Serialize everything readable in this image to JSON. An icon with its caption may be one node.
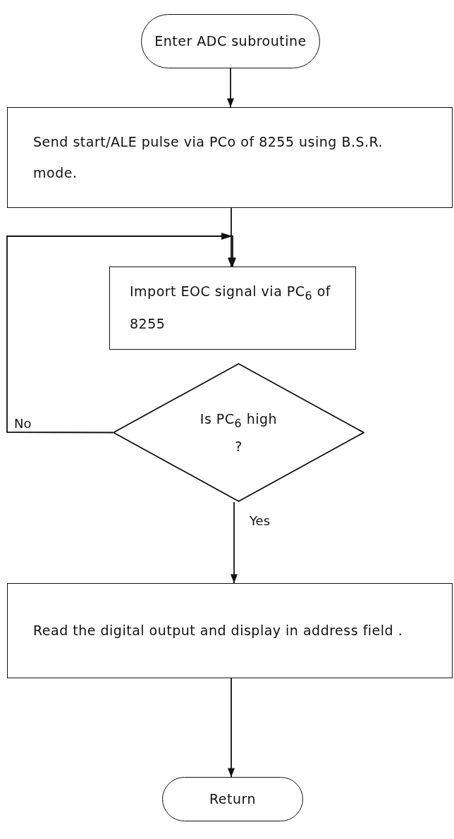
{
  "diagram": {
    "nodes": [
      {
        "text": [
          "Enter ADC subroutine"
        ]
      },
      {
        "text": [
          "Send start/ALE pulse via PCo of 8255 using B.S.R. mode."
        ]
      },
      {
        "text": [
          "Import EOC signal via PC$_{6}$ of 8255"
        ]
      },
      {
        "text": [
          "Is PC$_{6}$ high ?"
        ]
      },
      {
        "text": [
          "Read the digital output and display in address field ."
        ]
      },
      {
        "text": [
          "Return"
        ]
      }
    ],
    "edges": [
      {
        "from": 0,
        "to": 1,
        "arrow": "to"
      },
      {
        "from": 1,
        "to": 2,
        "arrow": "to"
      },
      {
        "from": 3,
        "to": 2,
        "arrow": "to",
        "label": "No"
      },
      {
        "from": 3,
        "to": 4,
        "arrow": "to",
        "label": "Yes"
      },
      {
        "from": 4,
        "to": 5,
        "arrow": "to"
      }
    ]
  }
}
